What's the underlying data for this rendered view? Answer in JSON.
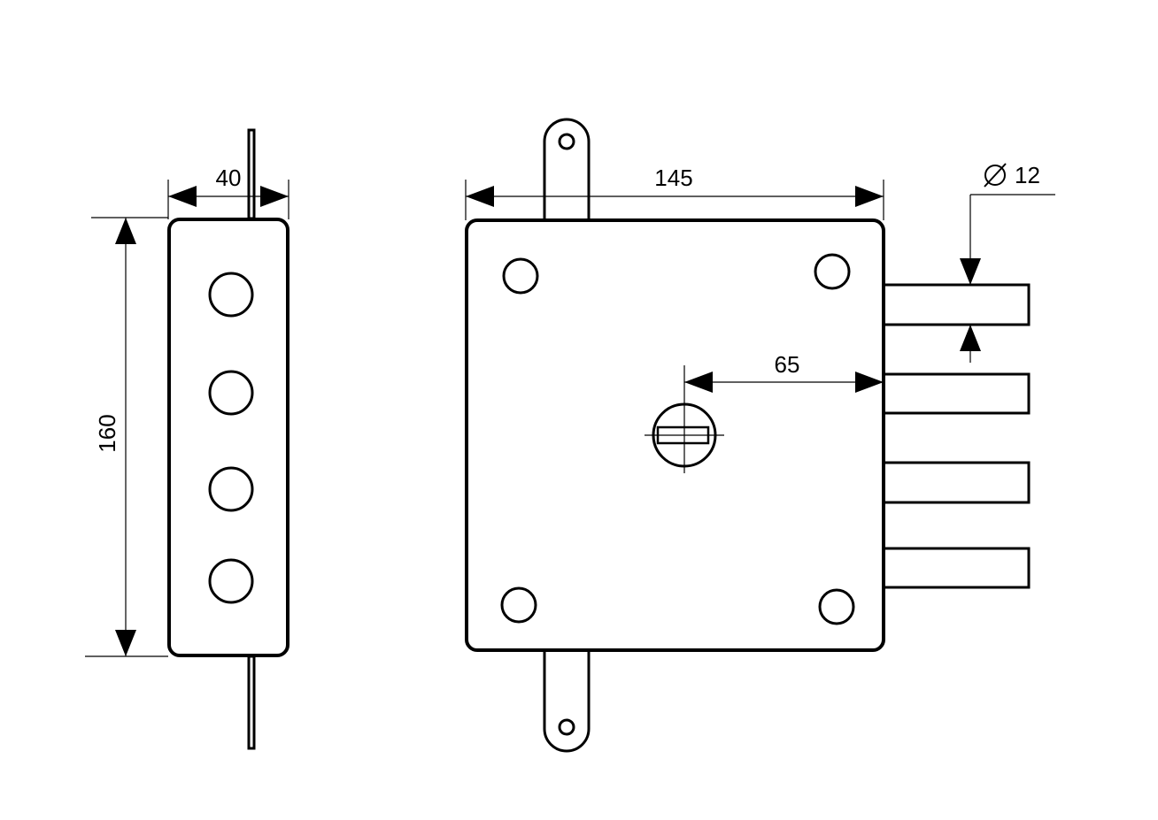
{
  "dimensions": {
    "side_width": "40",
    "side_height": "160",
    "front_width": "145",
    "keyhole_offset": "65",
    "bolt_diameter": "12"
  },
  "colors": {
    "stroke": "#000000",
    "background": "#ffffff"
  },
  "icons": {
    "diameter_symbol": "diameter-icon"
  }
}
